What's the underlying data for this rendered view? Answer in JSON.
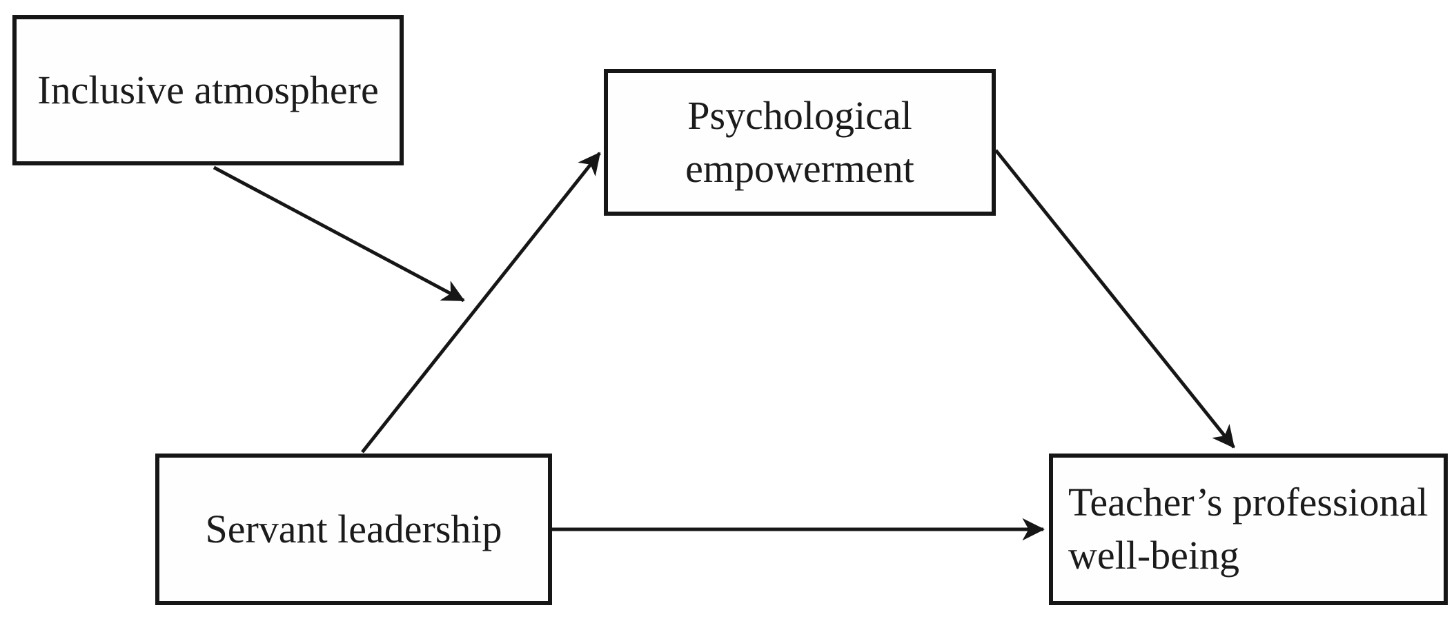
{
  "theme": {
    "ink": "#1b1b1b",
    "line": "#161616",
    "paper": "#ffffff"
  },
  "figure": {
    "type": "path-model-diagram",
    "nodes": [
      {
        "id": "inclusive-atmosphere",
        "label": "Inclusive atmosphere",
        "label_lines": [
          "Inclusive atmosphere"
        ]
      },
      {
        "id": "psychological-empowerment",
        "label": "Psychological empowerment",
        "label_lines": [
          "Psychological",
          "empowerment"
        ]
      },
      {
        "id": "servant-leadership",
        "label": "Servant leadership",
        "label_lines": [
          "Servant leadership"
        ]
      },
      {
        "id": "teachers-professional-well-being",
        "label": "Teacher’s professional well-being",
        "label_lines": [
          "Teacher’s professional",
          "well-being"
        ]
      }
    ],
    "edges": [
      {
        "from": "servant-leadership",
        "to": "psychological-empowerment",
        "style": "solid-arrow"
      },
      {
        "from": "inclusive-atmosphere",
        "to": "path(servant-leadership → psychological-empowerment)",
        "style": "solid-arrow",
        "role": "moderation"
      },
      {
        "from": "psychological-empowerment",
        "to": "teachers-professional-well-being",
        "style": "solid-arrow"
      },
      {
        "from": "servant-leadership",
        "to": "teachers-professional-well-being",
        "style": "solid-arrow"
      }
    ]
  }
}
